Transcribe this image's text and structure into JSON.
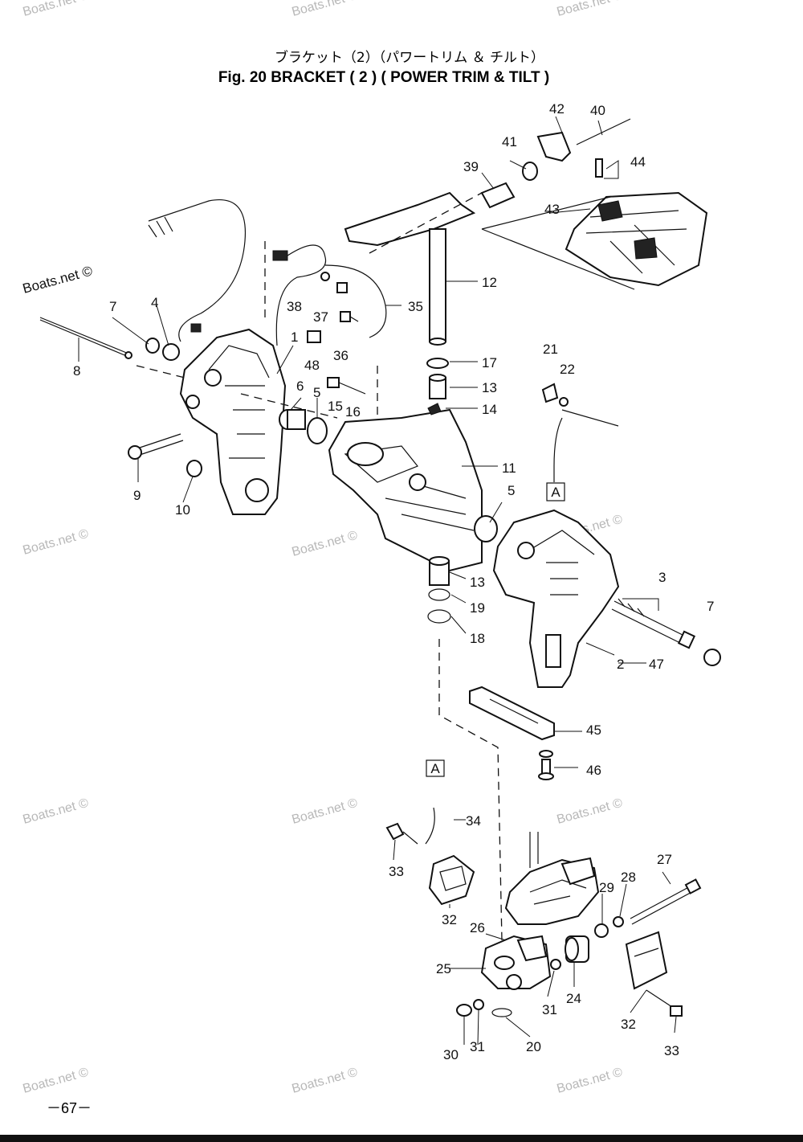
{
  "header": {
    "title_jp": "ブラケット（2）（パワートリム ＆ チルト）",
    "title_en": "Fig. 20   BRACKET ( 2 ) ( POWER TRIM & TILT )"
  },
  "watermark": "Boats.net ©",
  "page_number": "－67－",
  "boxed_label": "A",
  "callouts": {
    "c1": "1",
    "c2": "2",
    "c3": "3",
    "c4": "4",
    "c5a": "5",
    "c5b": "5",
    "c6": "6",
    "c7a": "7",
    "c7b": "7",
    "c8": "8",
    "c9": "9",
    "c10": "10",
    "c11": "11",
    "c12": "12",
    "c13a": "13",
    "c13b": "13",
    "c14": "14",
    "c15": "15",
    "c16": "16",
    "c17": "17",
    "c18": "18",
    "c19": "19",
    "c20": "20",
    "c21": "21",
    "c22": "22",
    "c24": "24",
    "c25": "25",
    "c26": "26",
    "c27": "27",
    "c28": "28",
    "c29": "29",
    "c30": "30",
    "c31a": "31",
    "c31b": "31",
    "c32a": "32",
    "c32b": "32",
    "c33a": "33",
    "c33b": "33",
    "c34": "34",
    "c35": "35",
    "c36": "36",
    "c37": "37",
    "c38": "38",
    "c39": "39",
    "c40": "40",
    "c41": "41",
    "c42": "42",
    "c43": "43",
    "c44": "44",
    "c45": "45",
    "c46": "46",
    "c47": "47",
    "c48": "48"
  }
}
